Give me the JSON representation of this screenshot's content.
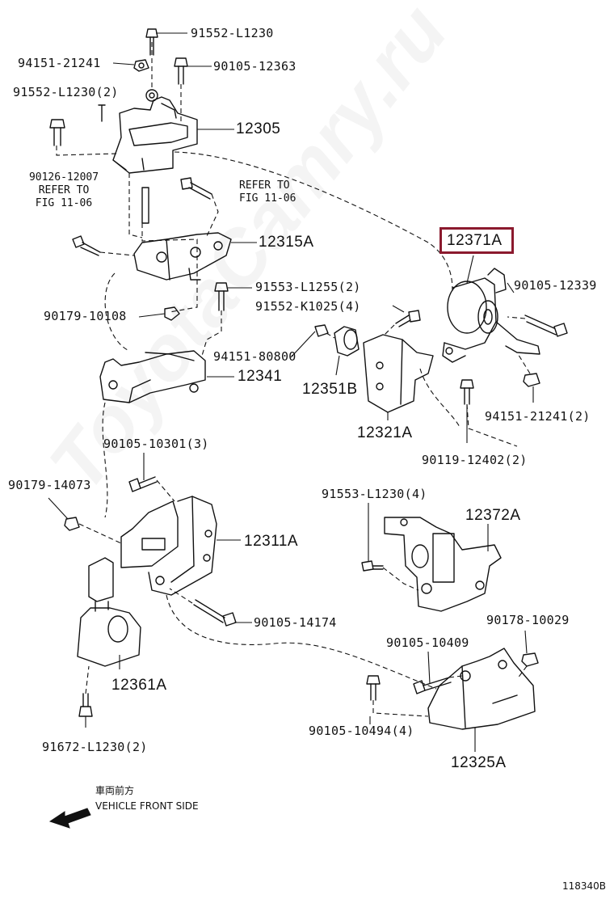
{
  "watermark": "ToyotaCamry.ru",
  "highlight_color": "#8b1a2e",
  "highlighted_part": "12371A",
  "figure_id": "118340B",
  "legend": {
    "japanese": "車両前方",
    "english": "VEHICLE FRONT SIDE",
    "arrow_icon": "arrow-left-icon"
  },
  "refer_notes": {
    "left": "90126-12007\nREFER TO\nFIG 11-06",
    "right": "REFER TO\nFIG 11-06"
  },
  "parts": {
    "p91552_L1230": "91552-L1230",
    "p94151_21241": "94151-21241",
    "p90105_12363": "90105-12363",
    "p91552_L1230_2": "91552-L1230(2)",
    "p12305": "12305",
    "p12315A": "12315A",
    "p91553_L1255_2": "91553-L1255(2)",
    "p91552_K1025_4": "91552-K1025(4)",
    "p90179_10108": "90179-10108",
    "p94151_80800": "94151-80800",
    "p12341": "12341",
    "p12351B": "12351B",
    "p12321A": "12321A",
    "p12371A": "12371A",
    "p90105_12339": "90105-12339",
    "p94151_21241_2": "94151-21241(2)",
    "p90119_12402_2": "90119-12402(2)",
    "p90105_10301_3": "90105-10301(3)",
    "p90179_14073": "90179-14073",
    "p91553_L1230_4": "91553-L1230(4)",
    "p12372A": "12372A",
    "p12311A": "12311A",
    "p90105_14174": "90105-14174",
    "p90178_10029": "90178-10029",
    "p90105_10409": "90105-10409",
    "p12361A": "12361A",
    "p90105_10494_4": "90105-10494(4)",
    "p91672_L1230_2": "91672-L1230(2)",
    "p12325A": "12325A"
  }
}
